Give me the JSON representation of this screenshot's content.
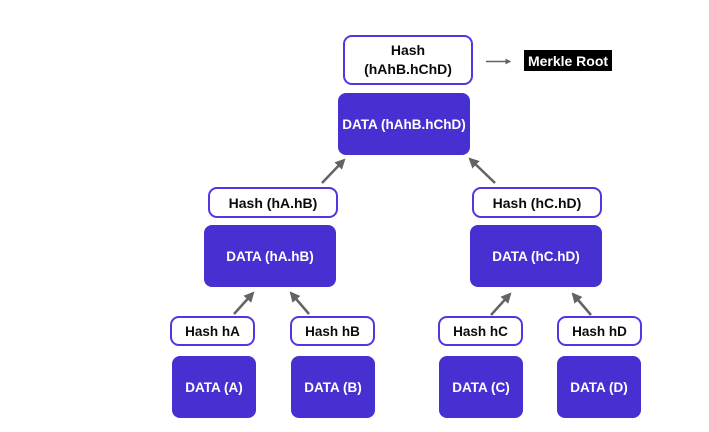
{
  "diagram": {
    "type": "merkle-tree",
    "root": {
      "hash_label": "Hash (hAhB.hChD)",
      "merkle_root_label": "Merkle Root",
      "data_label": "DATA (hAhB.hChD)"
    },
    "branches": [
      {
        "hash_label": "Hash (hA.hB)",
        "data_label": "DATA (hA.hB)"
      },
      {
        "hash_label": "Hash (hC.hD)",
        "data_label": "DATA (hC.hD)"
      }
    ],
    "leaves": [
      {
        "hash_label": "Hash hA",
        "data_label": "DATA (A)"
      },
      {
        "hash_label": "Hash hB",
        "data_label": "DATA (B)"
      },
      {
        "hash_label": "Hash hC",
        "data_label": "DATA (C)"
      },
      {
        "hash_label": "Hash hD",
        "data_label": "DATA (D)"
      }
    ],
    "colors": {
      "node_fill": "#4730d1",
      "node_border": "#4f38e3",
      "arrow": "#636363",
      "merkle_label_bg": "#000000",
      "merkle_label_text": "#ffffff"
    }
  }
}
